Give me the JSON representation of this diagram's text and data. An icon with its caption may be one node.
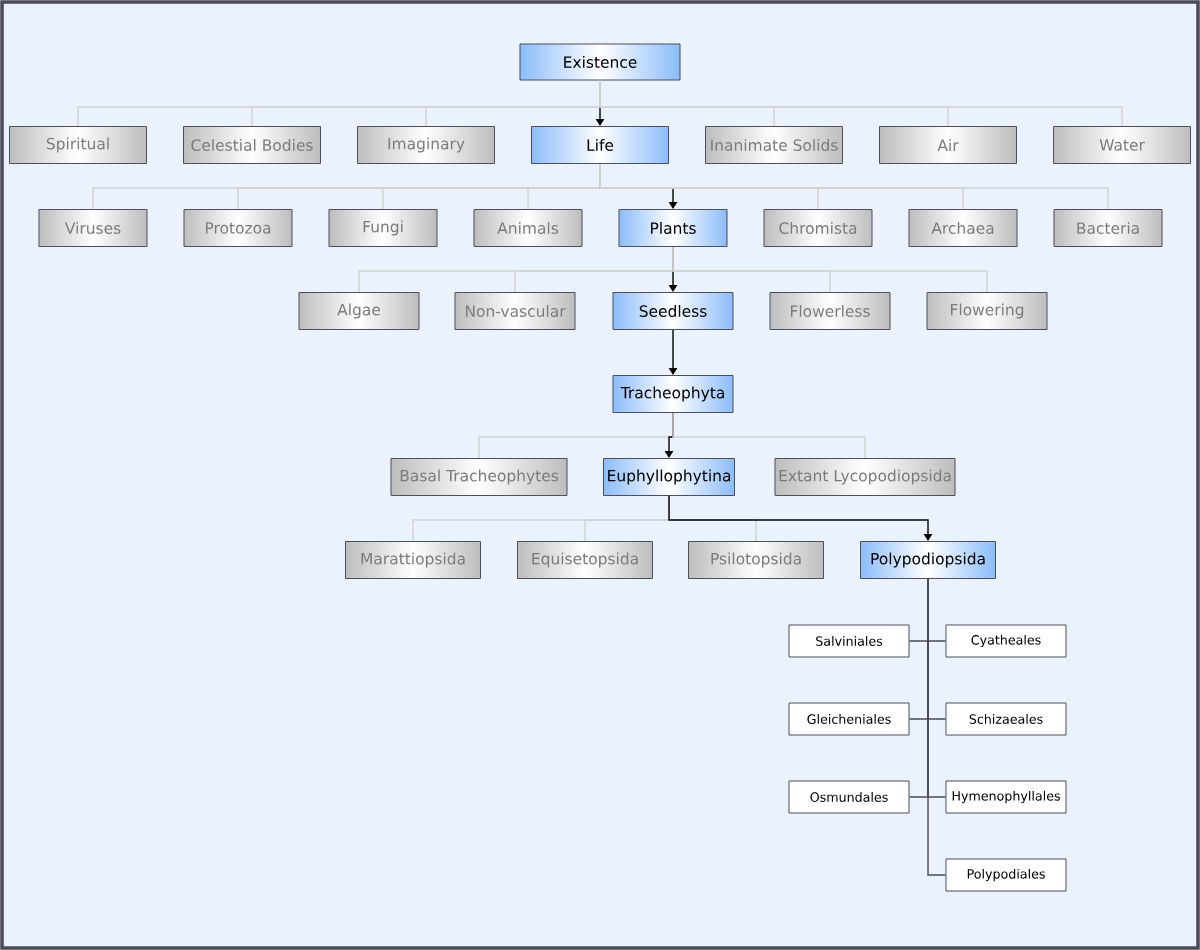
{
  "diagram": {
    "nodes": [
      {
        "text": [
          "Existence"
        ]
      },
      {
        "text": [
          "Spiritual"
        ]
      },
      {
        "text": [
          "Celestial Bodies"
        ]
      },
      {
        "text": [
          "Imaginary"
        ]
      },
      {
        "text": [
          "Life"
        ]
      },
      {
        "text": [
          "Inanimate Solids"
        ]
      },
      {
        "text": [
          "Air"
        ]
      },
      {
        "text": [
          "Water"
        ]
      },
      {
        "text": [
          "Viruses"
        ]
      },
      {
        "text": [
          "Protozoa"
        ]
      },
      {
        "text": [
          "Fungi"
        ]
      },
      {
        "text": [
          "Animals"
        ]
      },
      {
        "text": [
          "Plants"
        ]
      },
      {
        "text": [
          "Chromista"
        ]
      },
      {
        "text": [
          "Archaea"
        ]
      },
      {
        "text": [
          "Bacteria"
        ]
      },
      {
        "text": [
          "Algae"
        ]
      },
      {
        "text": [
          "Non-vascular"
        ]
      },
      {
        "text": [
          "Seedless"
        ]
      },
      {
        "text": [
          "Flowerless"
        ]
      },
      {
        "text": [
          "Flowering"
        ]
      },
      {
        "text": [
          "Tracheophyta"
        ]
      },
      {
        "text": [
          "Basal Tracheophytes"
        ]
      },
      {
        "text": [
          "Euphyllophytina"
        ]
      },
      {
        "text": [
          "Extant Lycopodiopsida"
        ]
      },
      {
        "text": [
          "Marattiopsida"
        ]
      },
      {
        "text": [
          "Equisetopsida"
        ]
      },
      {
        "text": [
          "Psilotopsida"
        ]
      },
      {
        "text": [
          "Polypodiopsida"
        ]
      },
      {
        "text": [
          "Salviniales"
        ]
      },
      {
        "text": [
          "Cyatheales"
        ]
      },
      {
        "text": [
          "Gleicheniales"
        ]
      },
      {
        "text": [
          "Schizaeales"
        ]
      },
      {
        "text": [
          "Osmundales"
        ]
      },
      {
        "text": [
          "Hymenophyllales"
        ]
      },
      {
        "text": [
          "Polypodiales"
        ]
      }
    ],
    "edges": [
      {
        "from": 0,
        "to": 1,
        "arrow": "none"
      },
      {
        "from": 0,
        "to": 2,
        "arrow": "none"
      },
      {
        "from": 0,
        "to": 3,
        "arrow": "none"
      },
      {
        "from": 0,
        "to": 4,
        "arrow": "to",
        "color": "#000000"
      },
      {
        "from": 0,
        "to": 5,
        "arrow": "none"
      },
      {
        "from": 0,
        "to": 6,
        "arrow": "none"
      },
      {
        "from": 0,
        "to": 7,
        "arrow": "none"
      },
      {
        "from": 4,
        "to": 8,
        "arrow": "none"
      },
      {
        "from": 4,
        "to": 9,
        "arrow": "none"
      },
      {
        "from": 4,
        "to": 10,
        "arrow": "none"
      },
      {
        "from": 4,
        "to": 11,
        "arrow": "none"
      },
      {
        "from": 4,
        "to": 12,
        "arrow": "to",
        "color": "#000000"
      },
      {
        "from": 4,
        "to": 13,
        "arrow": "none"
      },
      {
        "from": 4,
        "to": 14,
        "arrow": "none"
      },
      {
        "from": 4,
        "to": 15,
        "arrow": "none"
      },
      {
        "from": 12,
        "to": 16,
        "arrow": "none"
      },
      {
        "from": 12,
        "to": 17,
        "arrow": "none"
      },
      {
        "from": 12,
        "to": 18,
        "arrow": "to",
        "color": "#000000"
      },
      {
        "from": 12,
        "to": 19,
        "arrow": "none"
      },
      {
        "from": 12,
        "to": 20,
        "arrow": "none"
      },
      {
        "from": 18,
        "to": 21,
        "arrow": "to",
        "color": "#000000"
      },
      {
        "from": 21,
        "to": 22,
        "arrow": "none"
      },
      {
        "from": 21,
        "to": 23,
        "arrow": "to",
        "color": "#000000"
      },
      {
        "from": 21,
        "to": 24,
        "arrow": "none"
      },
      {
        "from": 23,
        "to": 25,
        "arrow": "none"
      },
      {
        "from": 23,
        "to": 26,
        "arrow": "none"
      },
      {
        "from": 23,
        "to": 27,
        "arrow": "none"
      },
      {
        "from": 23,
        "to": 28,
        "arrow": "to",
        "color": "#000000"
      },
      {
        "from": 28,
        "to": 29,
        "arrow": "none",
        "color": "#4a4a5a"
      },
      {
        "from": 28,
        "to": 30,
        "arrow": "none",
        "color": "#4a4a5a"
      },
      {
        "from": 28,
        "to": 31,
        "arrow": "none",
        "color": "#4a4a5a"
      },
      {
        "from": 28,
        "to": 32,
        "arrow": "none",
        "color": "#4a4a5a"
      },
      {
        "from": 28,
        "to": 33,
        "arrow": "none",
        "color": "#4a4a5a"
      },
      {
        "from": 28,
        "to": 34,
        "arrow": "none",
        "color": "#4a4a5a"
      },
      {
        "from": 28,
        "to": 35,
        "arrow": "none",
        "color": "#4a4a5a"
      }
    ]
  }
}
